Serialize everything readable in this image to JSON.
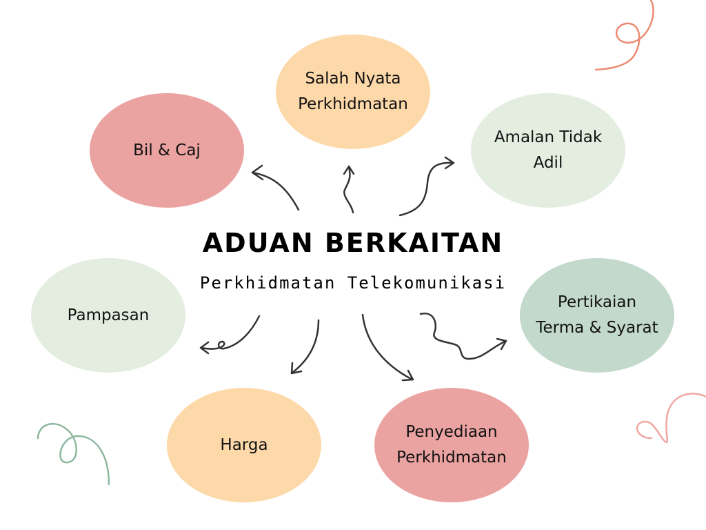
{
  "title": "ADUAN BERKAITAN",
  "subtitle": "Perkhidmatan Telekomunikasi",
  "colors": {
    "pink": "#eba3a2",
    "peach": "#fdd8a9",
    "light_green": "#e3ede0",
    "sage": "#c3d9cc",
    "coral_swirl": "#ec8a70",
    "green_swirl": "#8fb8a0"
  },
  "nodes": [
    {
      "label": "Bil & Caj"
    },
    {
      "label": "Salah Nyata\nPerkhidmatan"
    },
    {
      "label": "Amalan Tidak\nAdil"
    },
    {
      "label": "Pampasan"
    },
    {
      "label": "Pertikaian\nTerma & Syarat"
    },
    {
      "label": "Harga"
    },
    {
      "label": "Penyediaan\nPerkhidmatan"
    }
  ]
}
